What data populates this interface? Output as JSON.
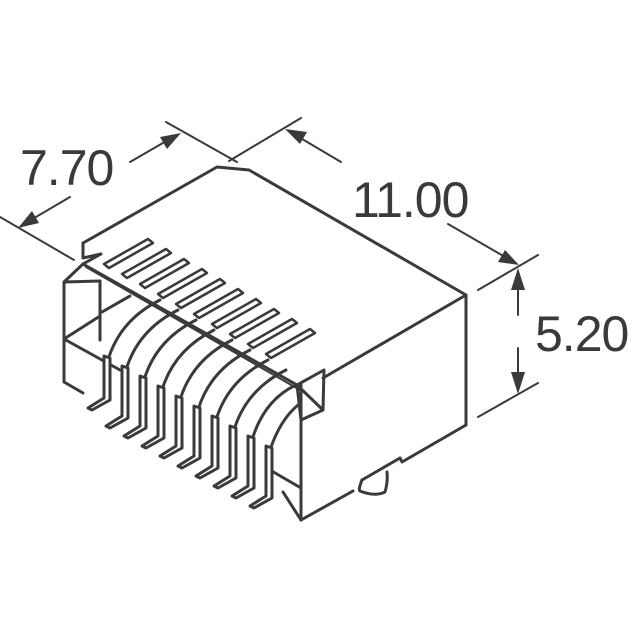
{
  "drawing": {
    "subject": "Isometric view of surface-mount board connector",
    "line_color": "#3a3a3a",
    "background": "#ffffff",
    "pin_count_visible": 10,
    "slot_count_visible": 10
  },
  "dimensions": {
    "depth": {
      "label": "7.70"
    },
    "length": {
      "label": "11.00"
    },
    "height": {
      "label": "5.20"
    }
  }
}
